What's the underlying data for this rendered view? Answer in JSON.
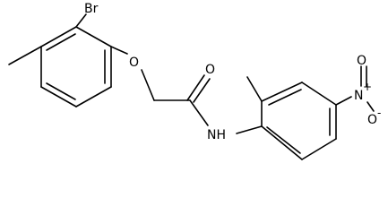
{
  "molecule": {
    "atoms": {
      "bromine": "Br",
      "ether_oxygen": "O",
      "carbonyl_oxygen": "O",
      "amide_nh": "NH",
      "nitro_nitrogen": "N",
      "nitro_n_charge": "+",
      "nitro_oxygen_top": "O",
      "nitro_oxygen_bottom": "O",
      "nitro_o_charge": "-"
    }
  }
}
